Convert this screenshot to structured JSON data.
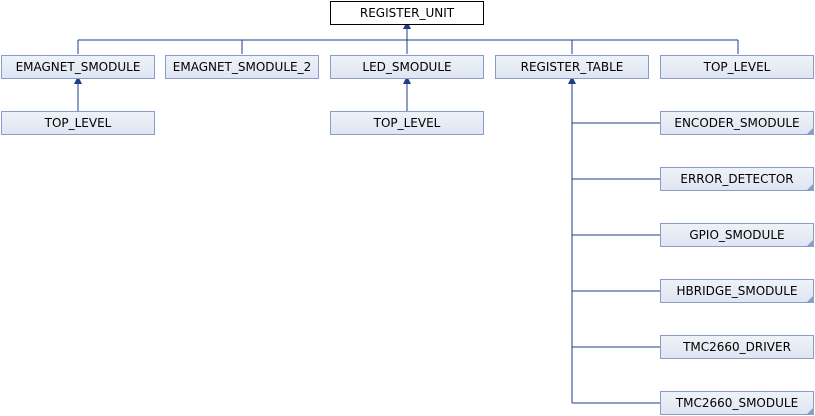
{
  "nodes": {
    "root": "REGISTER_UNIT",
    "emagnet": "EMAGNET_SMODULE",
    "emagnet2": "EMAGNET_SMODULE_2",
    "led": "LED_SMODULE",
    "regtable": "REGISTER_TABLE",
    "toplevel_right": "TOP_LEVEL",
    "toplevel_emagnet": "TOP_LEVEL",
    "toplevel_led": "TOP_LEVEL",
    "encoder": "ENCODER_SMODULE",
    "error": "ERROR_DETECTOR",
    "gpio": "GPIO_SMODULE",
    "hbridge": "HBRIDGE_SMODULE",
    "tmcdriver": "TMC2660_DRIVER",
    "tmcsmodule": "TMC2660_SMODULE"
  },
  "colors": {
    "node_border": "#8a9cc8",
    "edge": "#1f3c88",
    "root_border": "#000000"
  }
}
